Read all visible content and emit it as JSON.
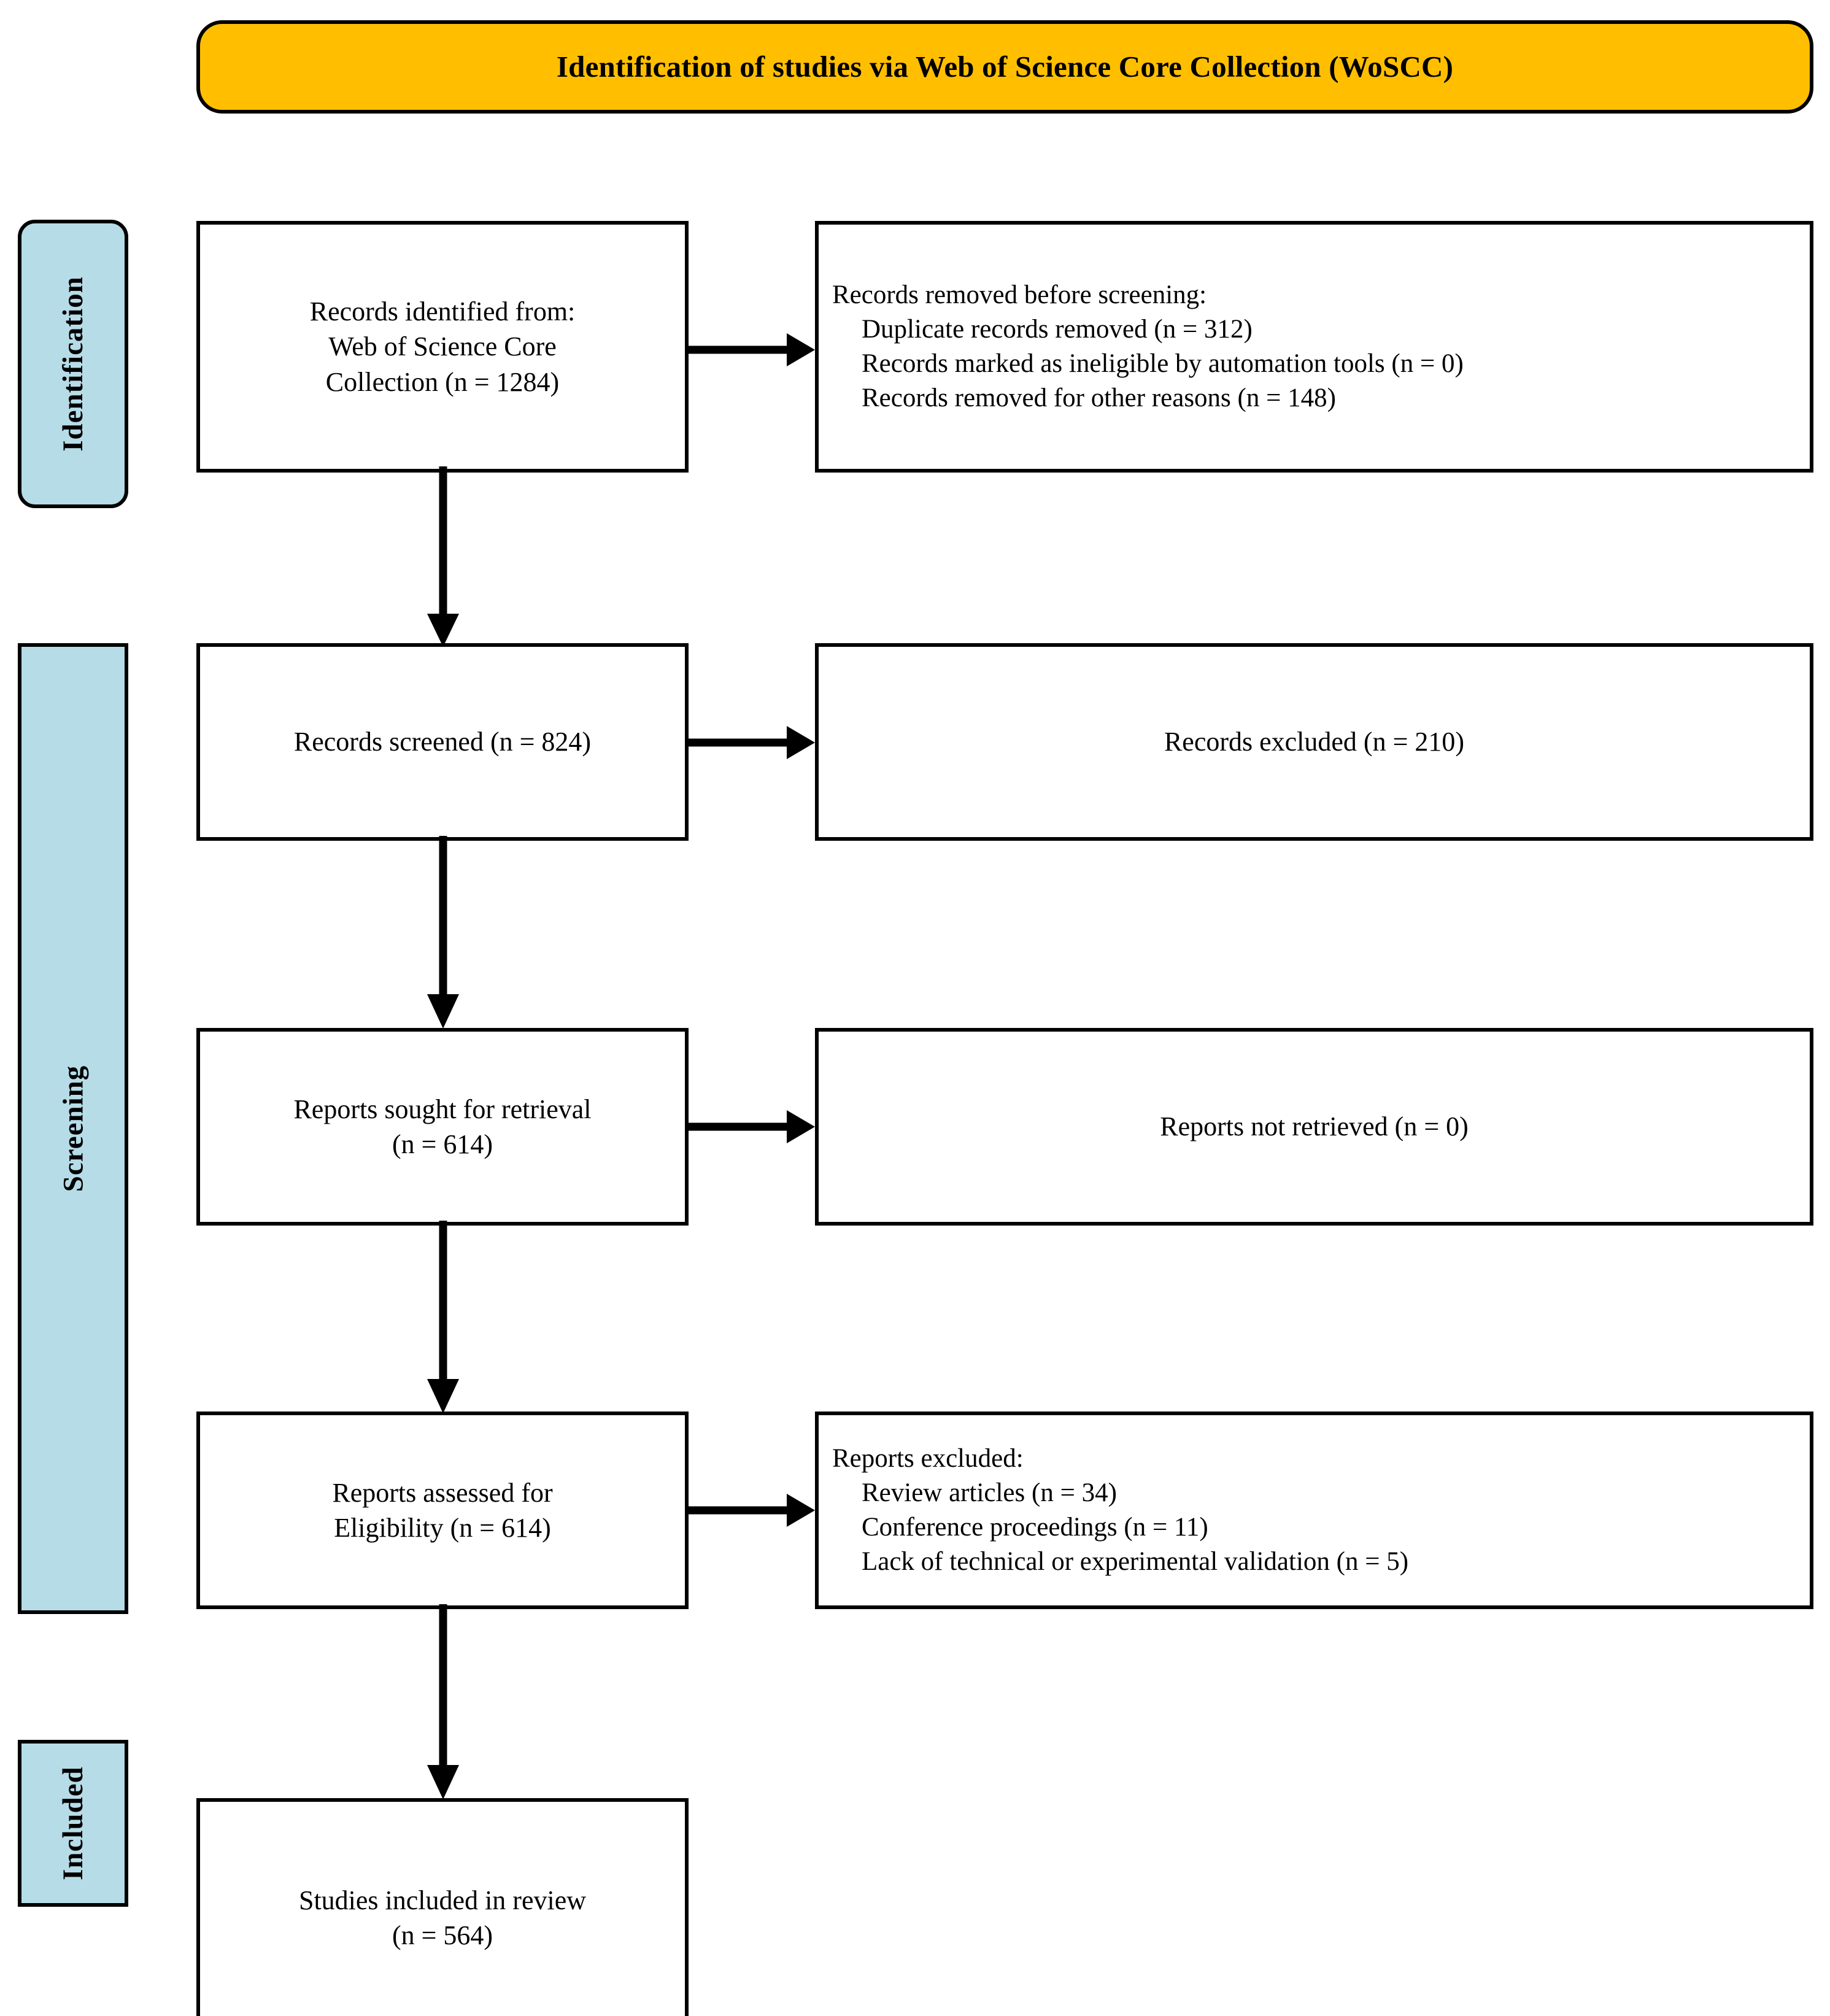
{
  "header": {
    "title": "Identification of studies via Web of Science Core Collection (WoSCC)",
    "background_color": "#FFBF00"
  },
  "stages": {
    "background_color": "#B6DCE8",
    "identification": "Identification",
    "screening": "Screening",
    "included": "Included"
  },
  "boxes": {
    "identified": {
      "lines": [
        "Records identified from:",
        "Web of Science Core",
        "Collection (n = 1284)"
      ]
    },
    "removed": {
      "heading": "Records removed before screening:",
      "items": [
        "Duplicate records removed  (n = 312)",
        "Records marked as ineligible by automation tools (n = 0)",
        "Records removed for other reasons (n = 148)"
      ]
    },
    "screened": {
      "lines": [
        "Records screened (n = 824)"
      ]
    },
    "excluded_records": {
      "lines": [
        "Records excluded (n = 210)"
      ]
    },
    "sought": {
      "lines": [
        "Reports sought for retrieval",
        "(n = 614)"
      ]
    },
    "not_retrieved": {
      "lines": [
        "Reports not retrieved (n = 0)"
      ]
    },
    "assessed": {
      "lines": [
        "Reports assessed for",
        "Eligibility (n = 614)"
      ]
    },
    "reports_excluded": {
      "heading": "Reports excluded:",
      "items": [
        "Review articles (n = 34)",
        "Conference proceedings (n = 11)",
        "Lack of technical or experimental validation (n = 5)"
      ]
    },
    "included": {
      "lines": [
        "Studies included in review",
        "(n = 564)"
      ]
    }
  },
  "flow_data": {
    "type": "prisma-flow",
    "identified": 1284,
    "duplicates_removed": 312,
    "ineligible_automation": 0,
    "removed_other_reasons": 148,
    "screened": 824,
    "records_excluded": 210,
    "sought_for_retrieval": 614,
    "not_retrieved": 0,
    "assessed_for_eligibility": 614,
    "excluded_review_articles": 34,
    "excluded_conference_proceedings": 11,
    "excluded_lack_validation": 5,
    "included_in_review": 564
  }
}
